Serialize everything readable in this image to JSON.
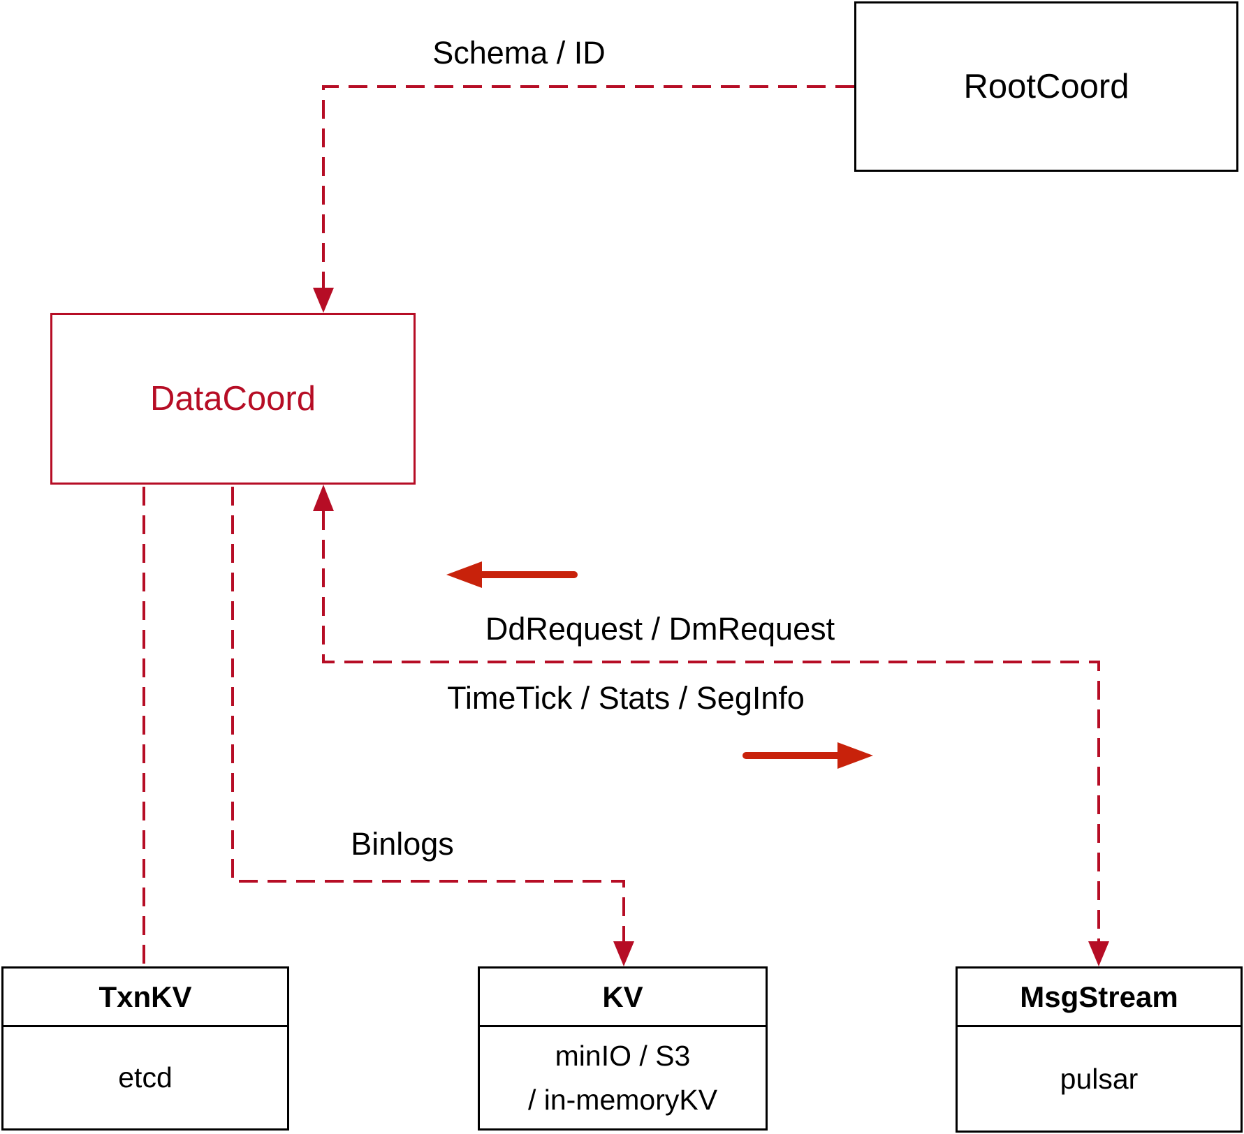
{
  "nodes": {
    "root_coord": {
      "label": "RootCoord"
    },
    "data_coord": {
      "label": "DataCoord"
    },
    "txn_kv": {
      "title": "TxnKV",
      "content": "etcd"
    },
    "kv": {
      "title": "KV",
      "content_line1": "minIO / S3",
      "content_line2": "/ in-memoryKV"
    },
    "msg_stream": {
      "title": "MsgStream",
      "content": "pulsar"
    }
  },
  "edge_labels": {
    "schema_id": "Schema / ID",
    "dd_dm_request": "DdRequest / DmRequest",
    "timetick_stats_seginfo": "TimeTick / Stats / SegInfo",
    "binlogs": "Binlogs"
  },
  "colors": {
    "crimson": "#b60d25",
    "solid_arrow_red": "#c8220b",
    "node_border_black": "#000000",
    "text_black": "#000000",
    "background": "#ffffff"
  }
}
